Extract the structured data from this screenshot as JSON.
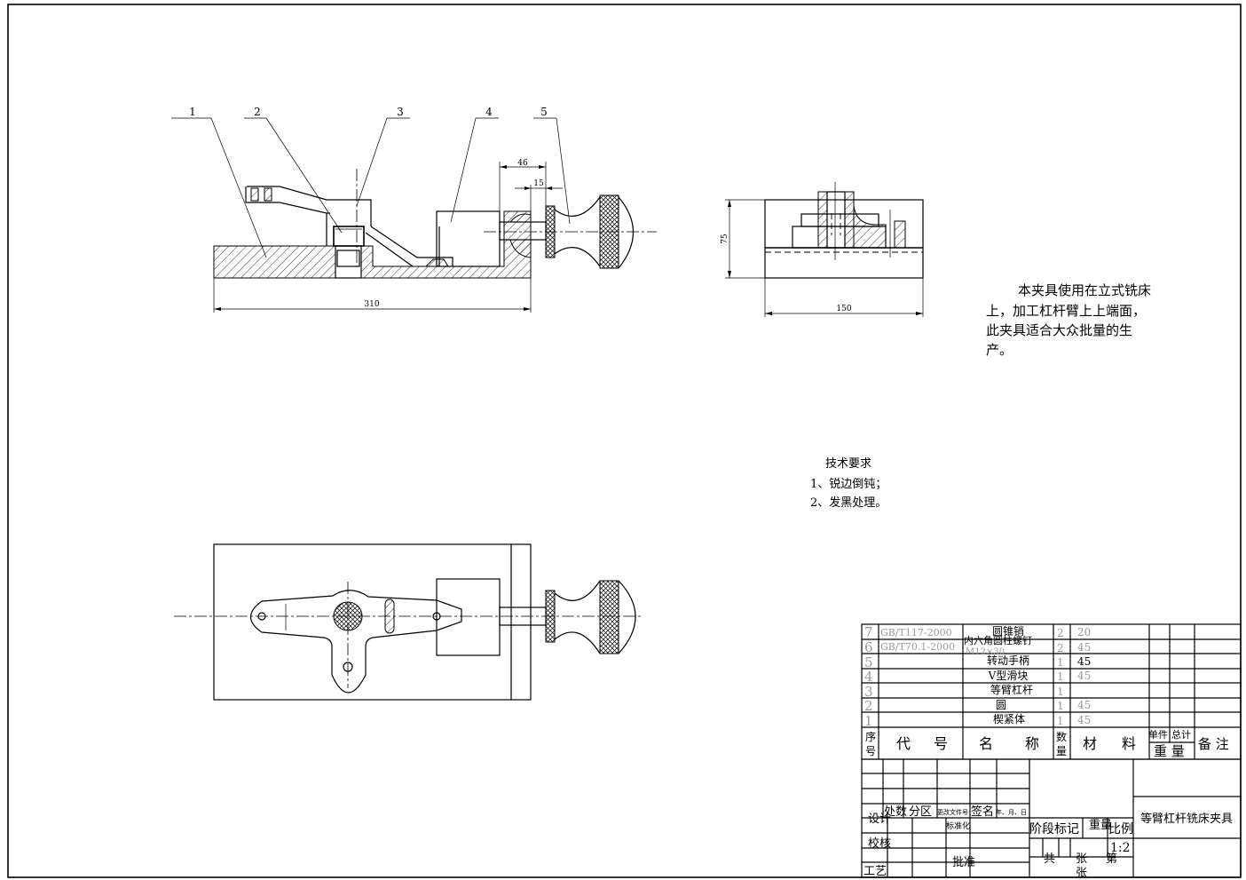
{
  "drawing": {
    "balloons": [
      "1",
      "2",
      "3",
      "4",
      "5"
    ],
    "front_view_dims": {
      "overall_length": "310",
      "handle_offset": "46",
      "knob_gap": "15"
    },
    "side_view_dims": {
      "height": "75",
      "width": "150"
    },
    "description": [
      "本夹具使用在立式铣床",
      "上，加工杠杆臂上上端面，",
      "此夹具适合大众批量的生",
      "产。"
    ],
    "tech_requirements": {
      "title": "技术要求",
      "items": [
        "1、锐边倒钝；",
        "2、发黑处理。"
      ]
    }
  },
  "bom": {
    "rows": [
      {
        "no": "7",
        "code": "GB/T117-2000",
        "name": "圆锥销",
        "qty": "2",
        "material": "20"
      },
      {
        "no": "6",
        "code": "GB/T70.1-2000",
        "name": "内六角圆柱螺钉",
        "spec": "M12×30",
        "qty": "2",
        "material": "45"
      },
      {
        "no": "5",
        "code": "",
        "name": "转动手柄",
        "qty": "1",
        "material": "45"
      },
      {
        "no": "4",
        "code": "",
        "name": "V型滑块",
        "qty": "1",
        "material": "45"
      },
      {
        "no": "3",
        "code": "",
        "name": "等臂杠杆",
        "qty": "1",
        "material": ""
      },
      {
        "no": "2",
        "code": "",
        "name": "圆",
        "qty": "1",
        "material": "45"
      },
      {
        "no": "1",
        "code": "",
        "name": "楔紧体",
        "qty": "1",
        "material": "45"
      }
    ],
    "header": {
      "no": [
        "序",
        "号"
      ],
      "code": [
        "代",
        "号"
      ],
      "name": [
        "名",
        "称"
      ],
      "qty": [
        "数",
        "量"
      ],
      "material": [
        "材",
        "料"
      ],
      "unit_weight": "单件",
      "total_weight": "总计",
      "weight": "重 量",
      "remarks": "备 注"
    }
  },
  "title_block": {
    "revision_labels": [
      "处数",
      "分区",
      "更改文件号",
      "签名",
      "年、月、日"
    ],
    "roles": [
      "设计",
      "校核",
      "工艺"
    ],
    "standardization": "标准化",
    "approval": "批准",
    "stage_mark": "阶段标记",
    "weight": "重量",
    "scale_label": "比例",
    "scale": "1:2",
    "sheets": [
      "共",
      "张",
      "第",
      "张"
    ],
    "title": "等臂杠杆铣床夹具"
  },
  "colors": {
    "line": "#000000",
    "cad_gray": "#9a9a9a"
  }
}
